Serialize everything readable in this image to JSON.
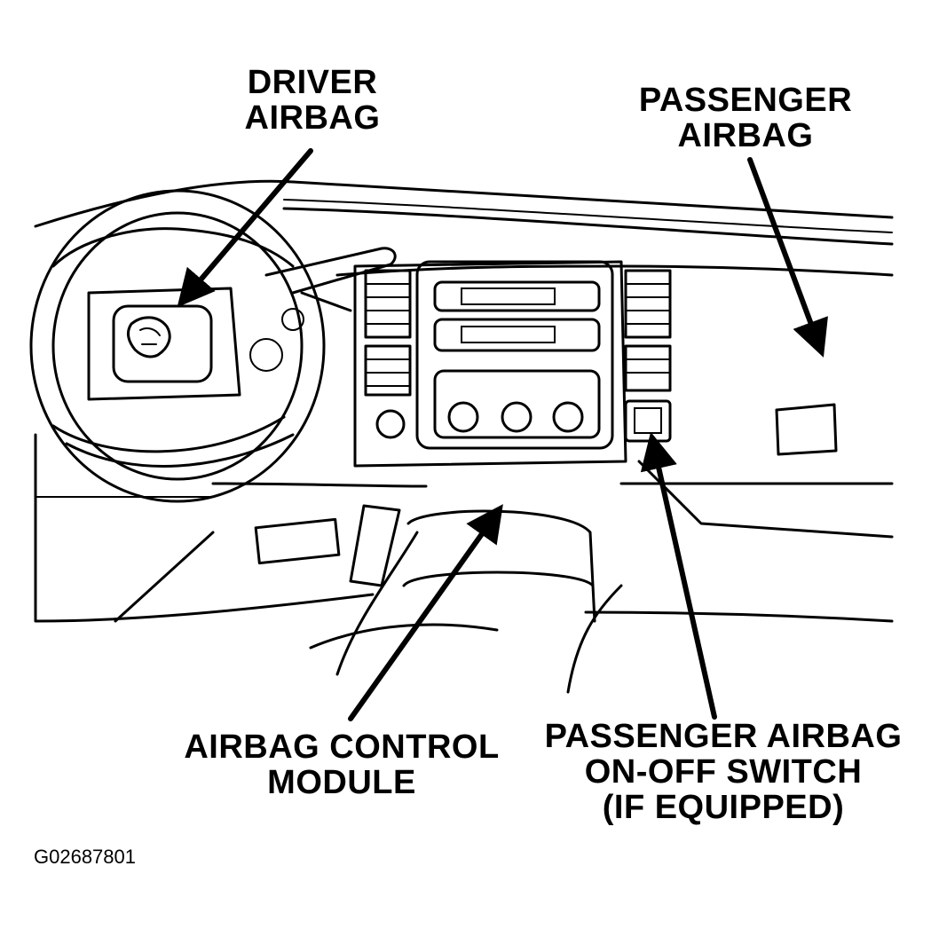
{
  "labels": {
    "driver_airbag": [
      "DRIVER",
      "AIRBAG"
    ],
    "passenger_airbag": [
      "PASSENGER",
      "AIRBAG"
    ],
    "airbag_control_module": [
      "AIRBAG CONTROL",
      "MODULE"
    ],
    "passenger_airbag_switch": [
      "PASSENGER AIRBAG",
      "ON-OFF SWITCH",
      "(IF EQUIPPED)"
    ]
  },
  "figure_id": "G02687801",
  "colors": {
    "ink": "#000000",
    "paper": "#ffffff"
  }
}
